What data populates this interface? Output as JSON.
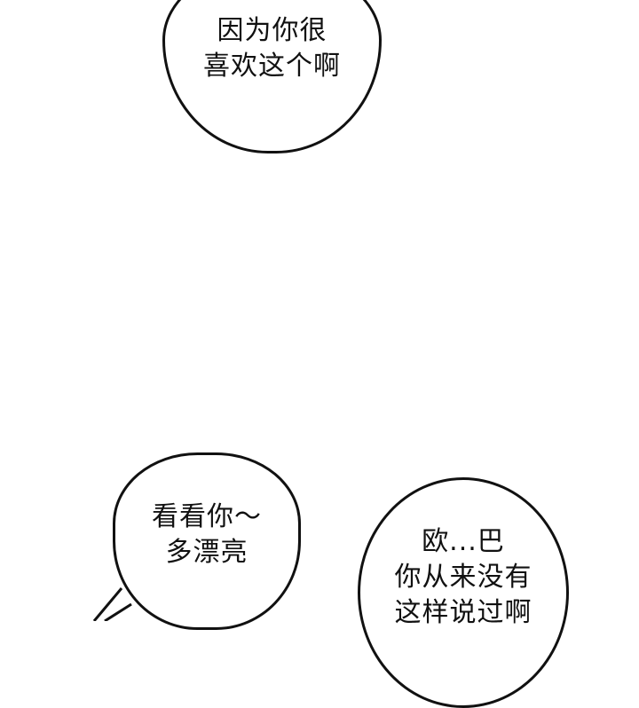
{
  "panel": {
    "background": "#ffffff",
    "bubbles": [
      {
        "lines": [
          "因为你很",
          "喜欢这个啊"
        ]
      },
      {
        "lines": [
          "看看你～",
          "多漂亮"
        ]
      },
      {
        "lines": [
          "欧...巴",
          "你从来没有",
          "这样说过啊"
        ]
      }
    ]
  }
}
